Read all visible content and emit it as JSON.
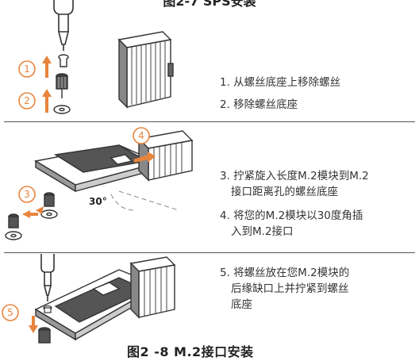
{
  "title_top": "图2-7  SPS安装",
  "title_bottom": "图2 -8    M.2接口安装",
  "accent_color": "#E8843C",
  "section1": {
    "steps": [
      "1. 从螺丝底座上移除螺丝",
      "2. 移除螺丝底座"
    ],
    "markers": [
      "1",
      "2"
    ]
  },
  "section2": {
    "steps": [
      [
        "3. 拧紧旋入长度M.2模块到M.2",
        "    接口距离孔的螺丝底座"
      ],
      [
        "4. 将您的M.2模块以30度角插",
        "    入到M.2接口"
      ]
    ],
    "markers": [
      "3",
      "4"
    ],
    "angle_label": "30°"
  },
  "section3": {
    "steps": [
      [
        "5. 将螺丝放在您M.2模块的",
        "    后缘缺口上并拧紧到螺丝",
        "    底座"
      ]
    ],
    "markers": [
      "5"
    ]
  }
}
